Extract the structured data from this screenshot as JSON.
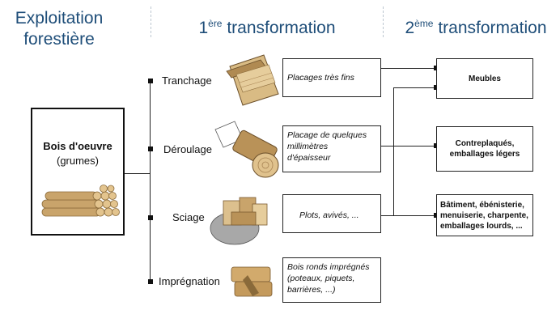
{
  "columns": {
    "col1": {
      "line1": "Exploitation",
      "line2": "forestière"
    },
    "col2": {
      "pre": "1",
      "sup": "ère",
      "post": " transformation"
    },
    "col3": {
      "pre": "2",
      "sup": "ème",
      "post": " transformation"
    }
  },
  "source": {
    "title": "Bois d'oeuvre",
    "subtitle": "(grumes)",
    "icon": "log-pile-icon"
  },
  "processes": [
    {
      "label": "Tranchage",
      "icon": "sliced-timber-icon"
    },
    {
      "label": "Déroulage",
      "icon": "peeled-log-icon"
    },
    {
      "label": "Sciage",
      "icon": "sawn-log-icon"
    },
    {
      "label": "Imprégnation",
      "icon": "treated-poles-icon"
    }
  ],
  "products": [
    {
      "lines": [
        "Placages très fins"
      ]
    },
    {
      "lines": [
        "Placage de quelques",
        "millimètres",
        "d'épaisseur"
      ]
    },
    {
      "lines": [
        "Plots, avivés, ..."
      ]
    },
    {
      "lines": [
        "Bois ronds imprégnés",
        "(poteaux, piquets,",
        "barrières, ...)"
      ]
    }
  ],
  "results": [
    {
      "lines": [
        "Meubles"
      ]
    },
    {
      "lines": [
        "Contreplaqués,",
        "emballages légers"
      ]
    },
    {
      "lines": [
        "Bâtiment, ébénisterie,",
        "menuiserie, charpente,",
        "emballages lourds, ..."
      ]
    }
  ],
  "colors": {
    "title": "#1f4e79",
    "line": "#222222",
    "wood": "#c9a46b"
  }
}
